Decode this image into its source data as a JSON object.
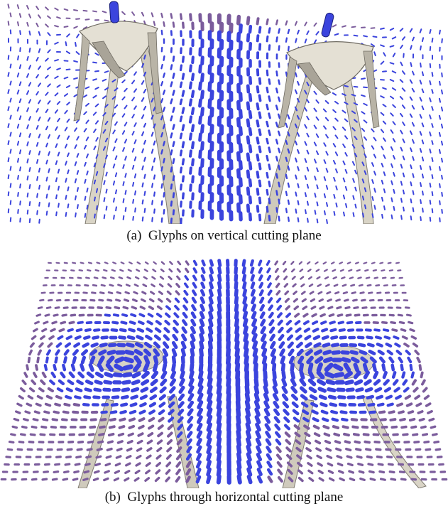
{
  "figure": {
    "subfigures": [
      {
        "label": "(a)",
        "caption": "Glyphs on vertical cutting plane"
      },
      {
        "label": "(b)",
        "caption": "Glyphs through horizontal cutting plane"
      }
    ],
    "colors": {
      "glyph": "#3b44dd",
      "glyph_highlight": "#7f86ff",
      "glyph_far": "#7b5c9c",
      "surface": "#cfcabc",
      "surface_shade": "#8f8b80",
      "background": "#ffffff"
    }
  }
}
